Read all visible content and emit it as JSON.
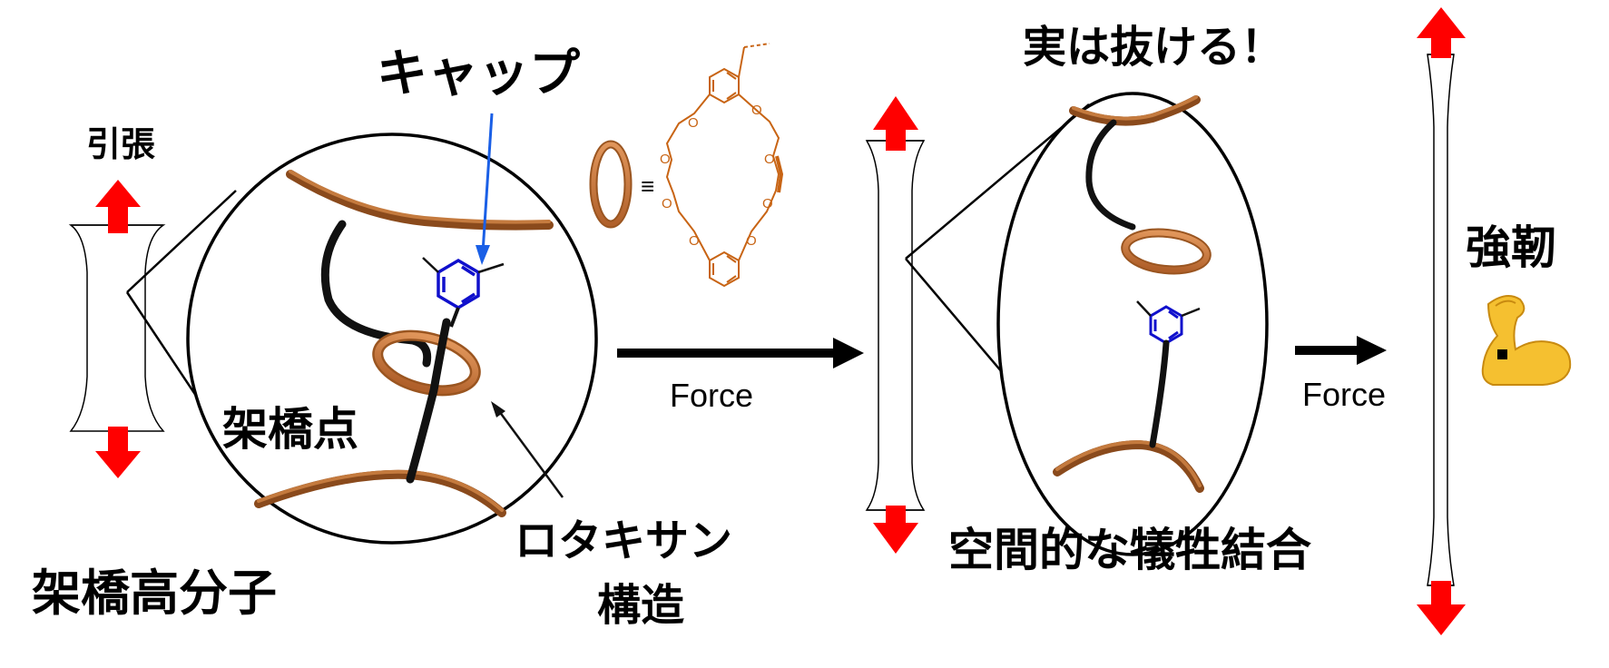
{
  "labels": {
    "tension": "引張",
    "cap": "キャップ",
    "crosslink_point": "架橋点",
    "rotaxane_line1": "ロタキサン",
    "rotaxane_line2": "構造",
    "crosslinked_polymer": "架橋高分子",
    "equiv": "≡",
    "force_1": "Force",
    "force_2": "Force",
    "actually_pulls_out": "実は抜ける！",
    "sacrificial_bond": "空間的な犠牲結合",
    "tough": "強靭",
    "oxygen_atom": "O",
    "muscle_emoji": "💪"
  },
  "colors": {
    "arrow_red": "#ff0000",
    "tension_label": "#e01010",
    "cap_label": "#1a5fe6",
    "cap_arrow": "#1a5fe6",
    "benzene_blue": "#1010cc",
    "ring_orange": "#c8712f",
    "polymer_brown": "#a85f28",
    "chain_black": "#111111",
    "molecule_orange": "#c86414"
  },
  "icons": {
    "muscle": "flexed-biceps-icon",
    "arrow": "block-arrow-icon",
    "macrocycle": "crown-ether-icon"
  }
}
